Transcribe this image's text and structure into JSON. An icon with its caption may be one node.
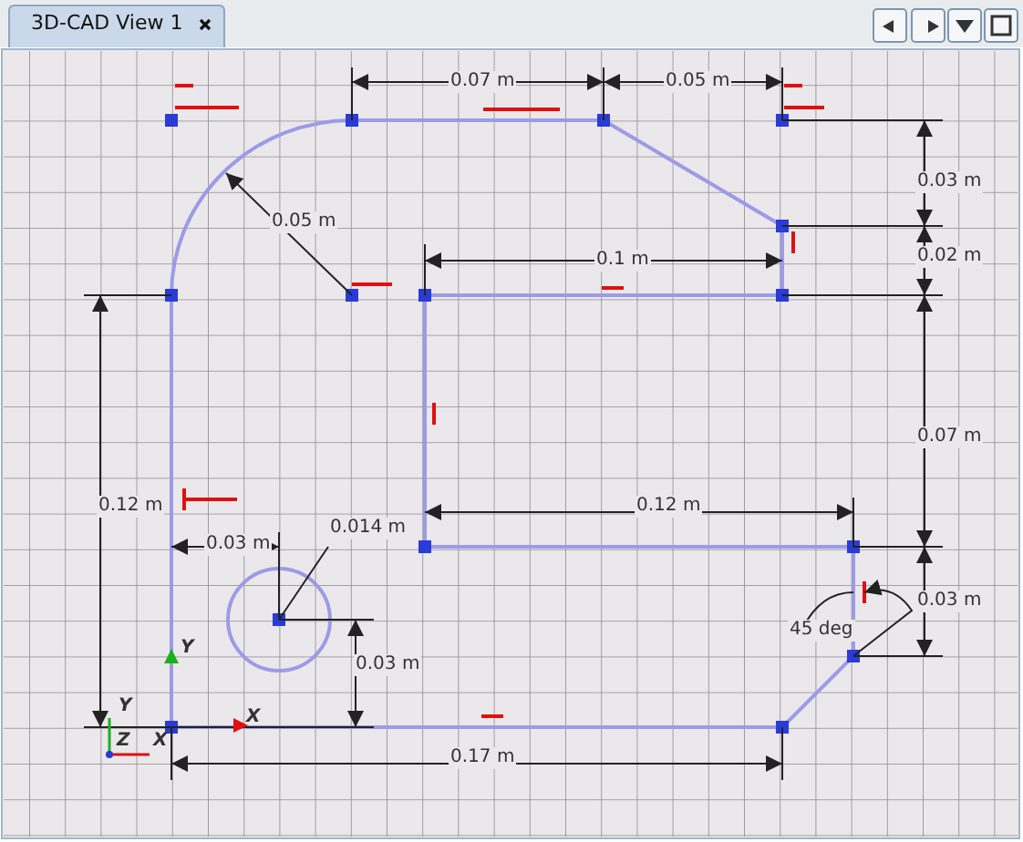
{
  "diagram": {
    "labels": [
      "3D-CAD View 1",
      "0.07 m",
      "0.05 m",
      "0.03 m",
      "0.05 m",
      "0.1 m",
      "0.02 m",
      "0.07 m",
      "0.12 m",
      "0.12 m",
      "0.014 m",
      "0.03 m",
      "0.03 m",
      "45 deg",
      "Y",
      "0.03 m",
      "Y",
      "X",
      "Z",
      "X",
      "0.17 m"
    ]
  }
}
